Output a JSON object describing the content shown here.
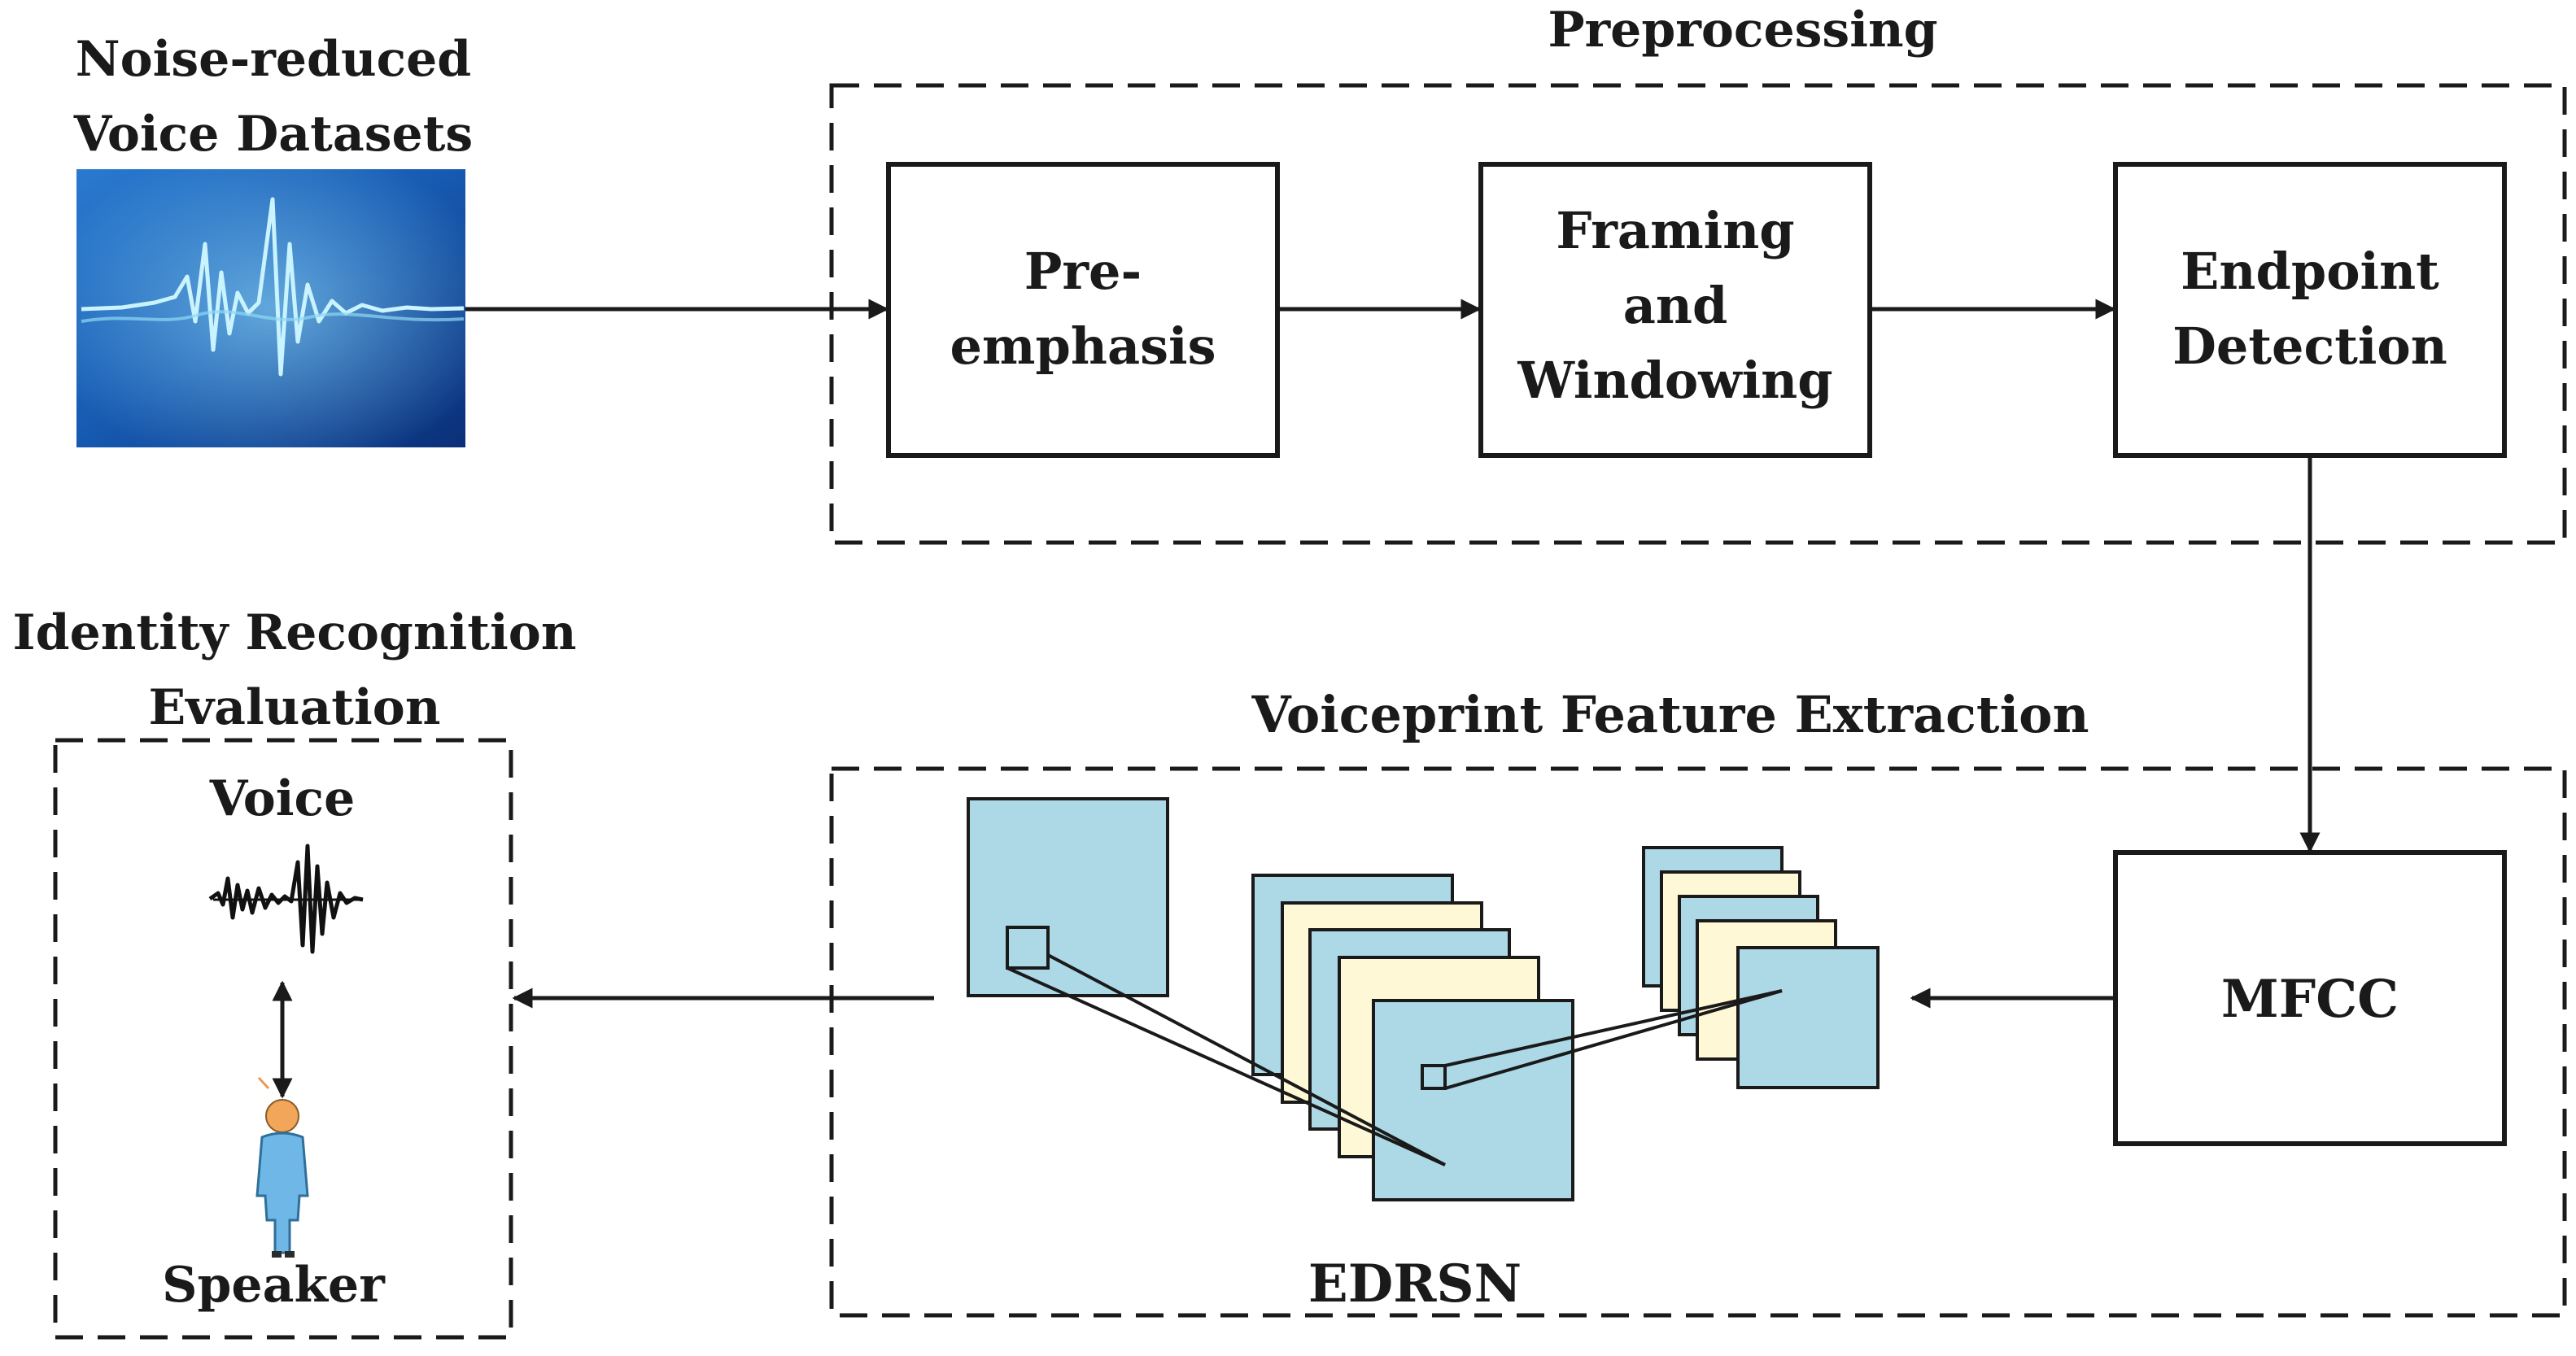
{
  "dataset": {
    "title_line1": "Noise-reduced",
    "title_line2": "Voice Datasets",
    "image": "voice-waveform-image"
  },
  "preprocessing": {
    "title": "Preprocessing",
    "steps": [
      {
        "line1": "Pre-",
        "line2": "emphasis"
      },
      {
        "line1": "Framing",
        "line2": "and",
        "line3": "Windowing"
      },
      {
        "line1": "Endpoint",
        "line2": "Detection"
      }
    ]
  },
  "feature_extraction": {
    "title": "Voiceprint Feature Extraction",
    "mfcc": "MFCC",
    "network": "EDRSN"
  },
  "evaluation": {
    "title_line1": "Identity Recognition",
    "title_line2": "Evaluation",
    "voice_label": "Voice",
    "speaker_label": "Speaker"
  },
  "colors": {
    "feature_map_blue": "#add8e6",
    "feature_map_cream": "#fff8d6",
    "dataset_image_blue": "#1e63b8",
    "waveform_glow": "#bfefff",
    "speaker_body": "#6fb7e6",
    "speaker_head": "#f2a65a"
  }
}
